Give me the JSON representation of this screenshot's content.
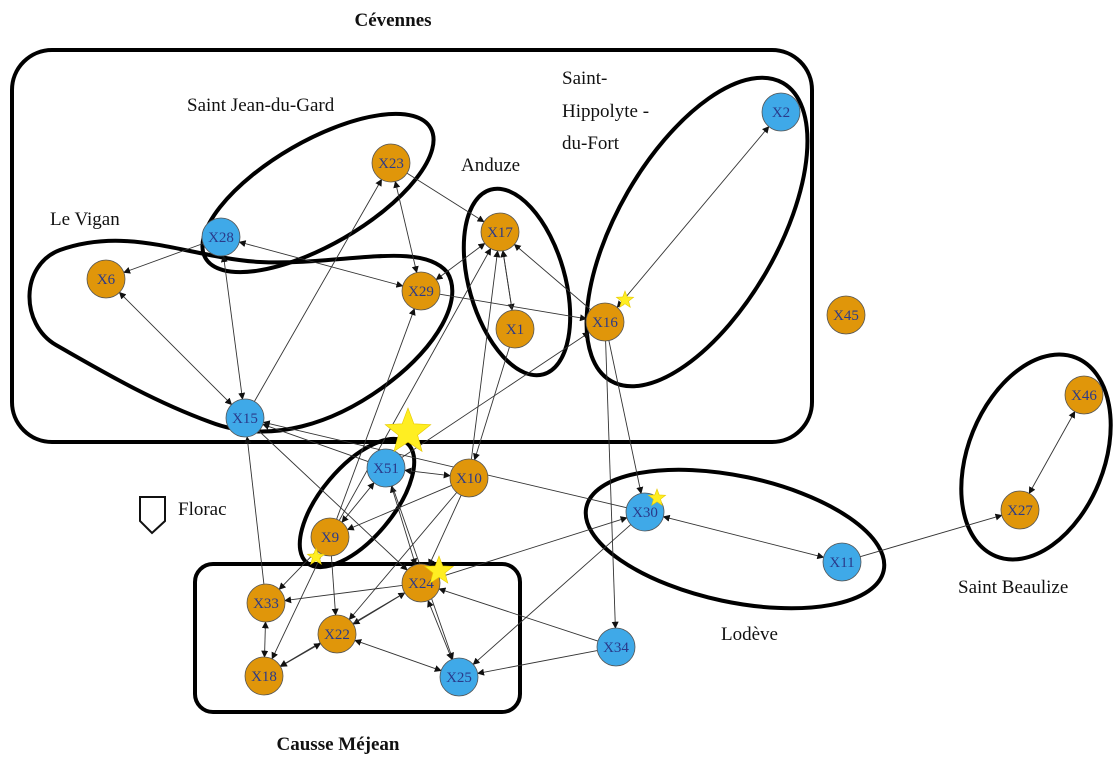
{
  "colors": {
    "orange_node": "#e0960a",
    "blue_node": "#3fa9e8",
    "node_stroke": "#555555",
    "star": "#ffee22",
    "label": "#2a3a8a"
  },
  "titles": {
    "top": "Cévennes",
    "bottom": "Causse Méjean"
  },
  "regions": {
    "saint_jean": "Saint Jean-du-Gard",
    "anduze": "Anduze",
    "saint_hippolyte": [
      "Saint-",
      "Hippolyte -",
      "du-Fort"
    ],
    "le_vigan": "Le Vigan",
    "florac": "Florac",
    "lodeve": "Lodève",
    "saint_beaulize": "Saint Beaulize"
  },
  "icons": {
    "florac": "shield-marker-icon"
  },
  "nodes": [
    {
      "id": "X2",
      "label": "X2",
      "color": "blue"
    },
    {
      "id": "X23",
      "label": "X23",
      "color": "orange"
    },
    {
      "id": "X17",
      "label": "X17",
      "color": "orange"
    },
    {
      "id": "X28",
      "label": "X28",
      "color": "blue"
    },
    {
      "id": "X6",
      "label": "X6",
      "color": "orange"
    },
    {
      "id": "X29",
      "label": "X29",
      "color": "orange"
    },
    {
      "id": "X1",
      "label": "X1",
      "color": "orange"
    },
    {
      "id": "X16",
      "label": "X16",
      "color": "orange",
      "star": "small"
    },
    {
      "id": "X45",
      "label": "X45",
      "color": "orange"
    },
    {
      "id": "X15",
      "label": "X15",
      "color": "blue"
    },
    {
      "id": "X51",
      "label": "X51",
      "color": "blue",
      "star": "large"
    },
    {
      "id": "X10",
      "label": "X10",
      "color": "orange"
    },
    {
      "id": "X9",
      "label": "X9",
      "color": "orange",
      "star": "small"
    },
    {
      "id": "X30",
      "label": "X30",
      "color": "blue",
      "star": "small"
    },
    {
      "id": "X11",
      "label": "X11",
      "color": "blue"
    },
    {
      "id": "X46",
      "label": "X46",
      "color": "orange"
    },
    {
      "id": "X27",
      "label": "X27",
      "color": "orange"
    },
    {
      "id": "X24",
      "label": "X24",
      "color": "orange",
      "star": "medium"
    },
    {
      "id": "X33",
      "label": "X33",
      "color": "orange"
    },
    {
      "id": "X22",
      "label": "X22",
      "color": "orange"
    },
    {
      "id": "X18",
      "label": "X18",
      "color": "orange"
    },
    {
      "id": "X25",
      "label": "X25",
      "color": "blue"
    },
    {
      "id": "X34",
      "label": "X34",
      "color": "blue"
    }
  ],
  "edges": [
    [
      "X16",
      "X2",
      "both"
    ],
    [
      "X23",
      "X29",
      "both"
    ],
    [
      "X23",
      "X17",
      "to"
    ],
    [
      "X28",
      "X29",
      "both"
    ],
    [
      "X28",
      "X6",
      "to"
    ],
    [
      "X28",
      "X15",
      "both"
    ],
    [
      "X6",
      "X15",
      "both"
    ],
    [
      "X17",
      "X29",
      "both"
    ],
    [
      "X17",
      "X1",
      "both"
    ],
    [
      "X16",
      "X17",
      "to"
    ],
    [
      "X1",
      "X17",
      "to"
    ],
    [
      "X29",
      "X16",
      "to"
    ],
    [
      "X16",
      "X30",
      "to"
    ],
    [
      "X16",
      "X34",
      "to"
    ],
    [
      "X51",
      "X16",
      "to"
    ],
    [
      "X15",
      "X23",
      "to"
    ],
    [
      "X51",
      "X15",
      "to"
    ],
    [
      "X15",
      "X24",
      "to"
    ],
    [
      "X30",
      "X15",
      "to"
    ],
    [
      "X10",
      "X17",
      "to"
    ],
    [
      "X1",
      "X10",
      "to"
    ],
    [
      "X10",
      "X51",
      "both"
    ],
    [
      "X10",
      "X9",
      "to"
    ],
    [
      "X10",
      "X22",
      "to"
    ],
    [
      "X10",
      "X24",
      "to"
    ],
    [
      "X9",
      "X51",
      "both"
    ],
    [
      "X9",
      "X29",
      "to"
    ],
    [
      "X9",
      "X17",
      "to"
    ],
    [
      "X9",
      "X33",
      "to"
    ],
    [
      "X9",
      "X22",
      "to"
    ],
    [
      "X9",
      "X18",
      "to"
    ],
    [
      "X51",
      "X24",
      "both"
    ],
    [
      "X51",
      "X25",
      "to"
    ],
    [
      "X33",
      "X15",
      "to"
    ],
    [
      "X24",
      "X33",
      "to"
    ],
    [
      "X24",
      "X22",
      "both"
    ],
    [
      "X24",
      "X18",
      "to"
    ],
    [
      "X24",
      "X25",
      "both"
    ],
    [
      "X24",
      "X30",
      "to"
    ],
    [
      "X33",
      "X18",
      "both"
    ],
    [
      "X22",
      "X18",
      "both"
    ],
    [
      "X22",
      "X25",
      "both"
    ],
    [
      "X34",
      "X24",
      "to"
    ],
    [
      "X34",
      "X25",
      "to"
    ],
    [
      "X30",
      "X25",
      "to"
    ],
    [
      "X30",
      "X11",
      "both"
    ],
    [
      "X11",
      "X27",
      "to"
    ],
    [
      "X27",
      "X46",
      "both"
    ]
  ]
}
